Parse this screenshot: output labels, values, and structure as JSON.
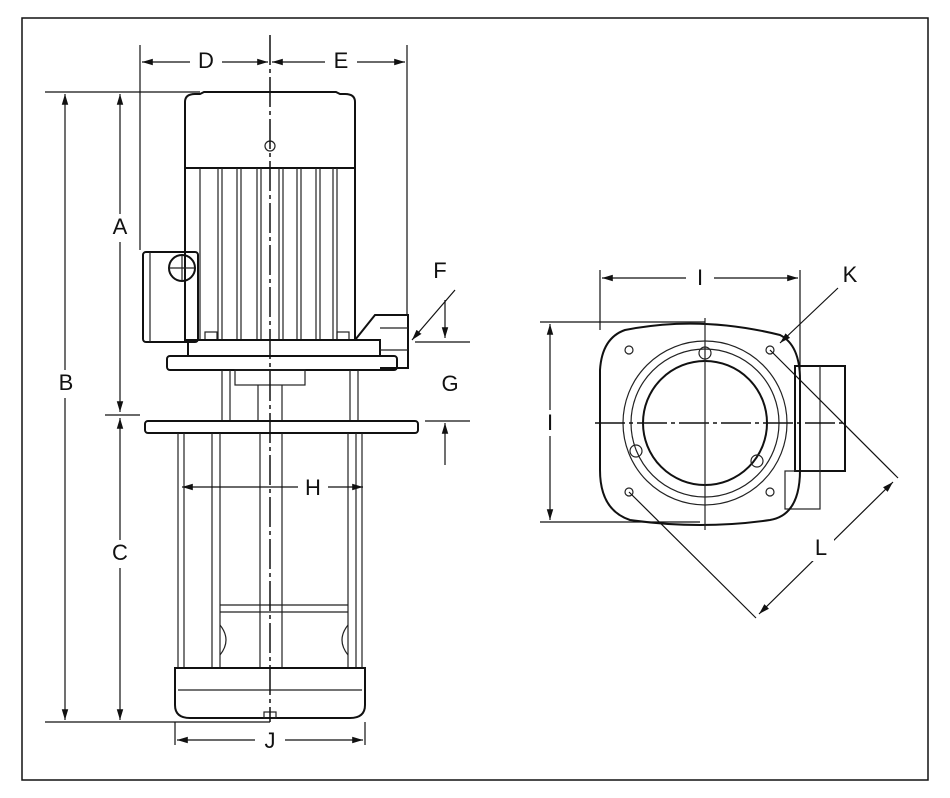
{
  "title": "Immersion coolant pump dimension drawing",
  "labels": {
    "A": "A",
    "B": "B",
    "C": "C",
    "D": "D",
    "E": "E",
    "F": "F",
    "G": "G",
    "H": "H",
    "I_top": "I",
    "I_side": "I",
    "J": "J",
    "K": "K",
    "L": "L"
  },
  "colors": {
    "line": "#111111",
    "background": "#ffffff"
  }
}
